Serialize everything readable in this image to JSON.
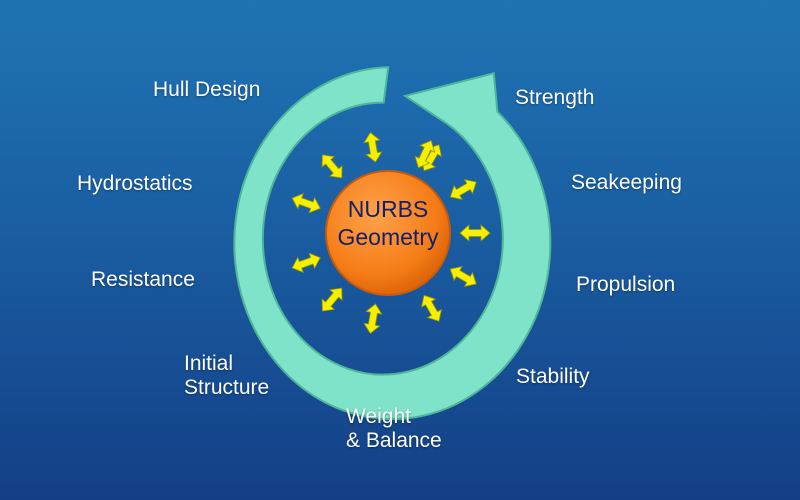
{
  "center": {
    "line1": "NURBS",
    "line2": "Geometry"
  },
  "labels": {
    "hull_design": "Hull Design",
    "strength": "Strength",
    "hydrostatics": "Hydrostatics",
    "seakeeping": "Seakeeping",
    "resistance": "Resistance",
    "propulsion": "Propulsion",
    "initial_structure": [
      "Initial",
      "Structure"
    ],
    "stability": "Stability",
    "weight_balance": [
      "Weight",
      "& Balance"
    ]
  },
  "colors": {
    "cycle_arrow": "#7ee3c8",
    "hub": "#f57c16",
    "spoke_arrows": "#f4f000",
    "label_text": "#ffffff",
    "hub_text": "#14206a"
  }
}
